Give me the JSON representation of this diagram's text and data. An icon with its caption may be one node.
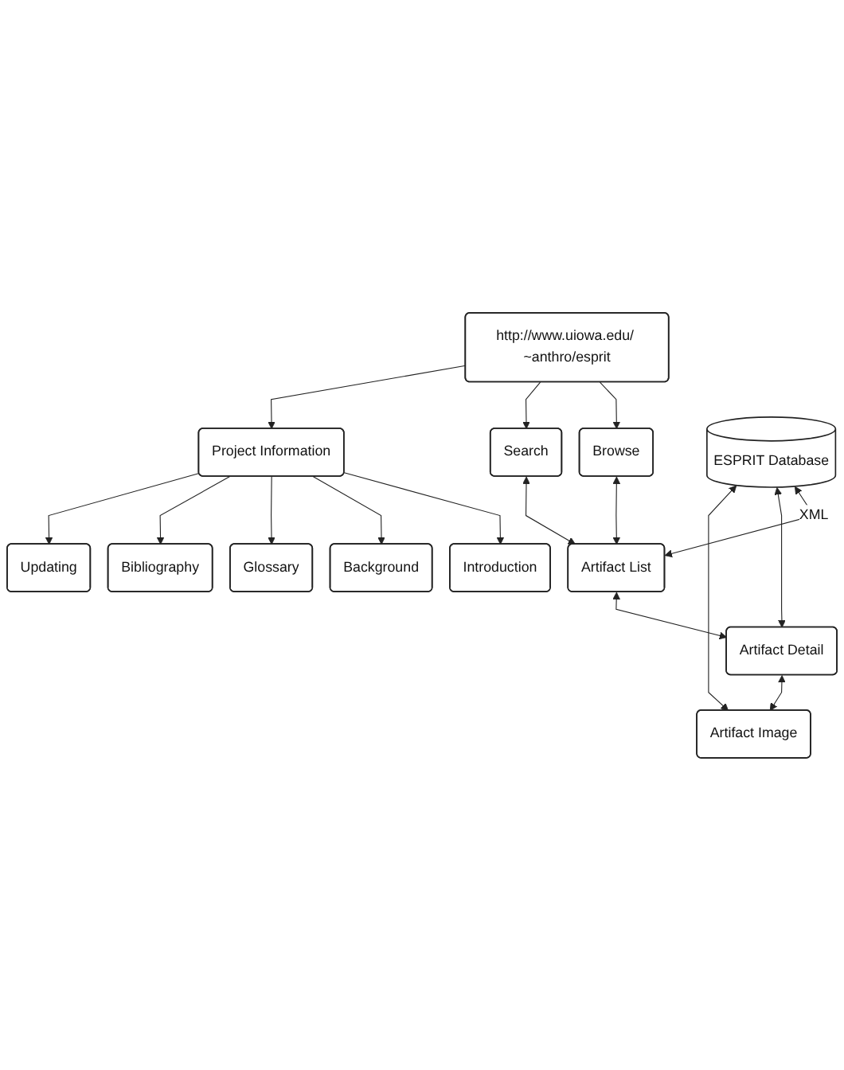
{
  "diagram": {
    "nodes": [
      {
        "text": [
          "http://www.uiowa.edu/ ~anthro/esprit"
        ]
      },
      {
        "text": [
          "Browse"
        ]
      },
      {
        "text": [
          "Search"
        ]
      },
      {
        "text": [
          "Project Information"
        ]
      },
      {
        "text": [
          "Artifact List"
        ]
      },
      {
        "text": [
          "Artifact Detail"
        ]
      },
      {
        "text": [
          "Artifact Image"
        ]
      },
      {
        "text": [
          "ESPRIT Database"
        ]
      },
      {
        "text": [
          "Introduction"
        ]
      },
      {
        "text": [
          "Background"
        ]
      },
      {
        "text": [
          "Glossary"
        ]
      },
      {
        "text": [
          "Bibliography"
        ]
      },
      {
        "text": [
          "Updating"
        ]
      }
    ],
    "edges": [
      {
        "from": 0,
        "to": 1,
        "arrow": "to"
      },
      {
        "from": 0,
        "to": 2,
        "arrow": "to"
      },
      {
        "from": 0,
        "to": 3,
        "arrow": "to"
      },
      {
        "from": 1,
        "to": 4,
        "arrow": "both"
      },
      {
        "from": 2,
        "to": 4,
        "arrow": "both"
      },
      {
        "from": 4,
        "to": 5,
        "arrow": "both"
      },
      {
        "from": 5,
        "to": 6,
        "arrow": "both"
      },
      {
        "from": 7,
        "to": 4,
        "arrow": "both",
        "label": "XML"
      },
      {
        "from": 7,
        "to": 5,
        "arrow": "both"
      },
      {
        "from": 7,
        "to": 6,
        "arrow": "both"
      },
      {
        "from": 3,
        "to": 8,
        "arrow": "to"
      },
      {
        "from": 3,
        "to": 9,
        "arrow": "to"
      },
      {
        "from": 3,
        "to": 10,
        "arrow": "to"
      },
      {
        "from": 3,
        "to": 11,
        "arrow": "to"
      },
      {
        "from": 3,
        "to": 12,
        "arrow": "to"
      }
    ]
  }
}
